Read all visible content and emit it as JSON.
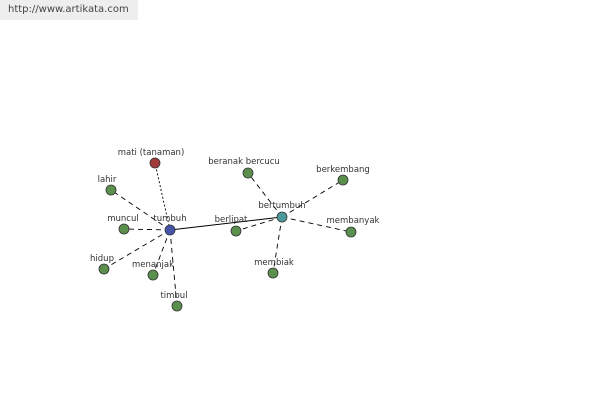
{
  "header": {
    "url": "http://www.artikata.com"
  },
  "colors": {
    "background": "#ffffff",
    "edge": "#000000",
    "node_default": "#5a8f4e",
    "node_negative": "#a33a3a",
    "node_center": "#4455aa",
    "node_hub": "#4d9a9a",
    "node_stroke": "#333333",
    "label": "#333333"
  },
  "graph": {
    "center": "tumbuh",
    "nodes": [
      {
        "id": "tumbuh",
        "label": "tumbuh",
        "kind": "center"
      },
      {
        "id": "bertumbuh",
        "label": "bertumbuh",
        "kind": "hub"
      },
      {
        "id": "mati",
        "label": "mati (tanaman)",
        "kind": "negative"
      },
      {
        "id": "lahir",
        "label": "lahir",
        "kind": "default"
      },
      {
        "id": "muncul",
        "label": "muncul",
        "kind": "default"
      },
      {
        "id": "hidup",
        "label": "hidup",
        "kind": "default"
      },
      {
        "id": "menanjak",
        "label": "menanjak",
        "kind": "default"
      },
      {
        "id": "timbul",
        "label": "timbul",
        "kind": "default"
      },
      {
        "id": "berlipat",
        "label": "berlipat",
        "kind": "default"
      },
      {
        "id": "beranak",
        "label": "beranak bercucu",
        "kind": "default"
      },
      {
        "id": "berkembang",
        "label": "berkembang",
        "kind": "default"
      },
      {
        "id": "membanyak",
        "label": "membanyak",
        "kind": "default"
      },
      {
        "id": "membiak",
        "label": "membiak",
        "kind": "default"
      }
    ],
    "edges": [
      {
        "source": "tumbuh",
        "target": "bertumbuh",
        "style": "solid"
      },
      {
        "source": "tumbuh",
        "target": "mati",
        "style": "dotted"
      },
      {
        "source": "tumbuh",
        "target": "lahir",
        "style": "dashed"
      },
      {
        "source": "tumbuh",
        "target": "muncul",
        "style": "dashed"
      },
      {
        "source": "tumbuh",
        "target": "hidup",
        "style": "dashed"
      },
      {
        "source": "tumbuh",
        "target": "menanjak",
        "style": "dashed"
      },
      {
        "source": "tumbuh",
        "target": "timbul",
        "style": "dashed"
      },
      {
        "source": "bertumbuh",
        "target": "berlipat",
        "style": "dashed"
      },
      {
        "source": "bertumbuh",
        "target": "beranak",
        "style": "dashed"
      },
      {
        "source": "bertumbuh",
        "target": "berkembang",
        "style": "dashed"
      },
      {
        "source": "bertumbuh",
        "target": "membanyak",
        "style": "dashed"
      },
      {
        "source": "bertumbuh",
        "target": "membiak",
        "style": "dashed"
      }
    ]
  }
}
